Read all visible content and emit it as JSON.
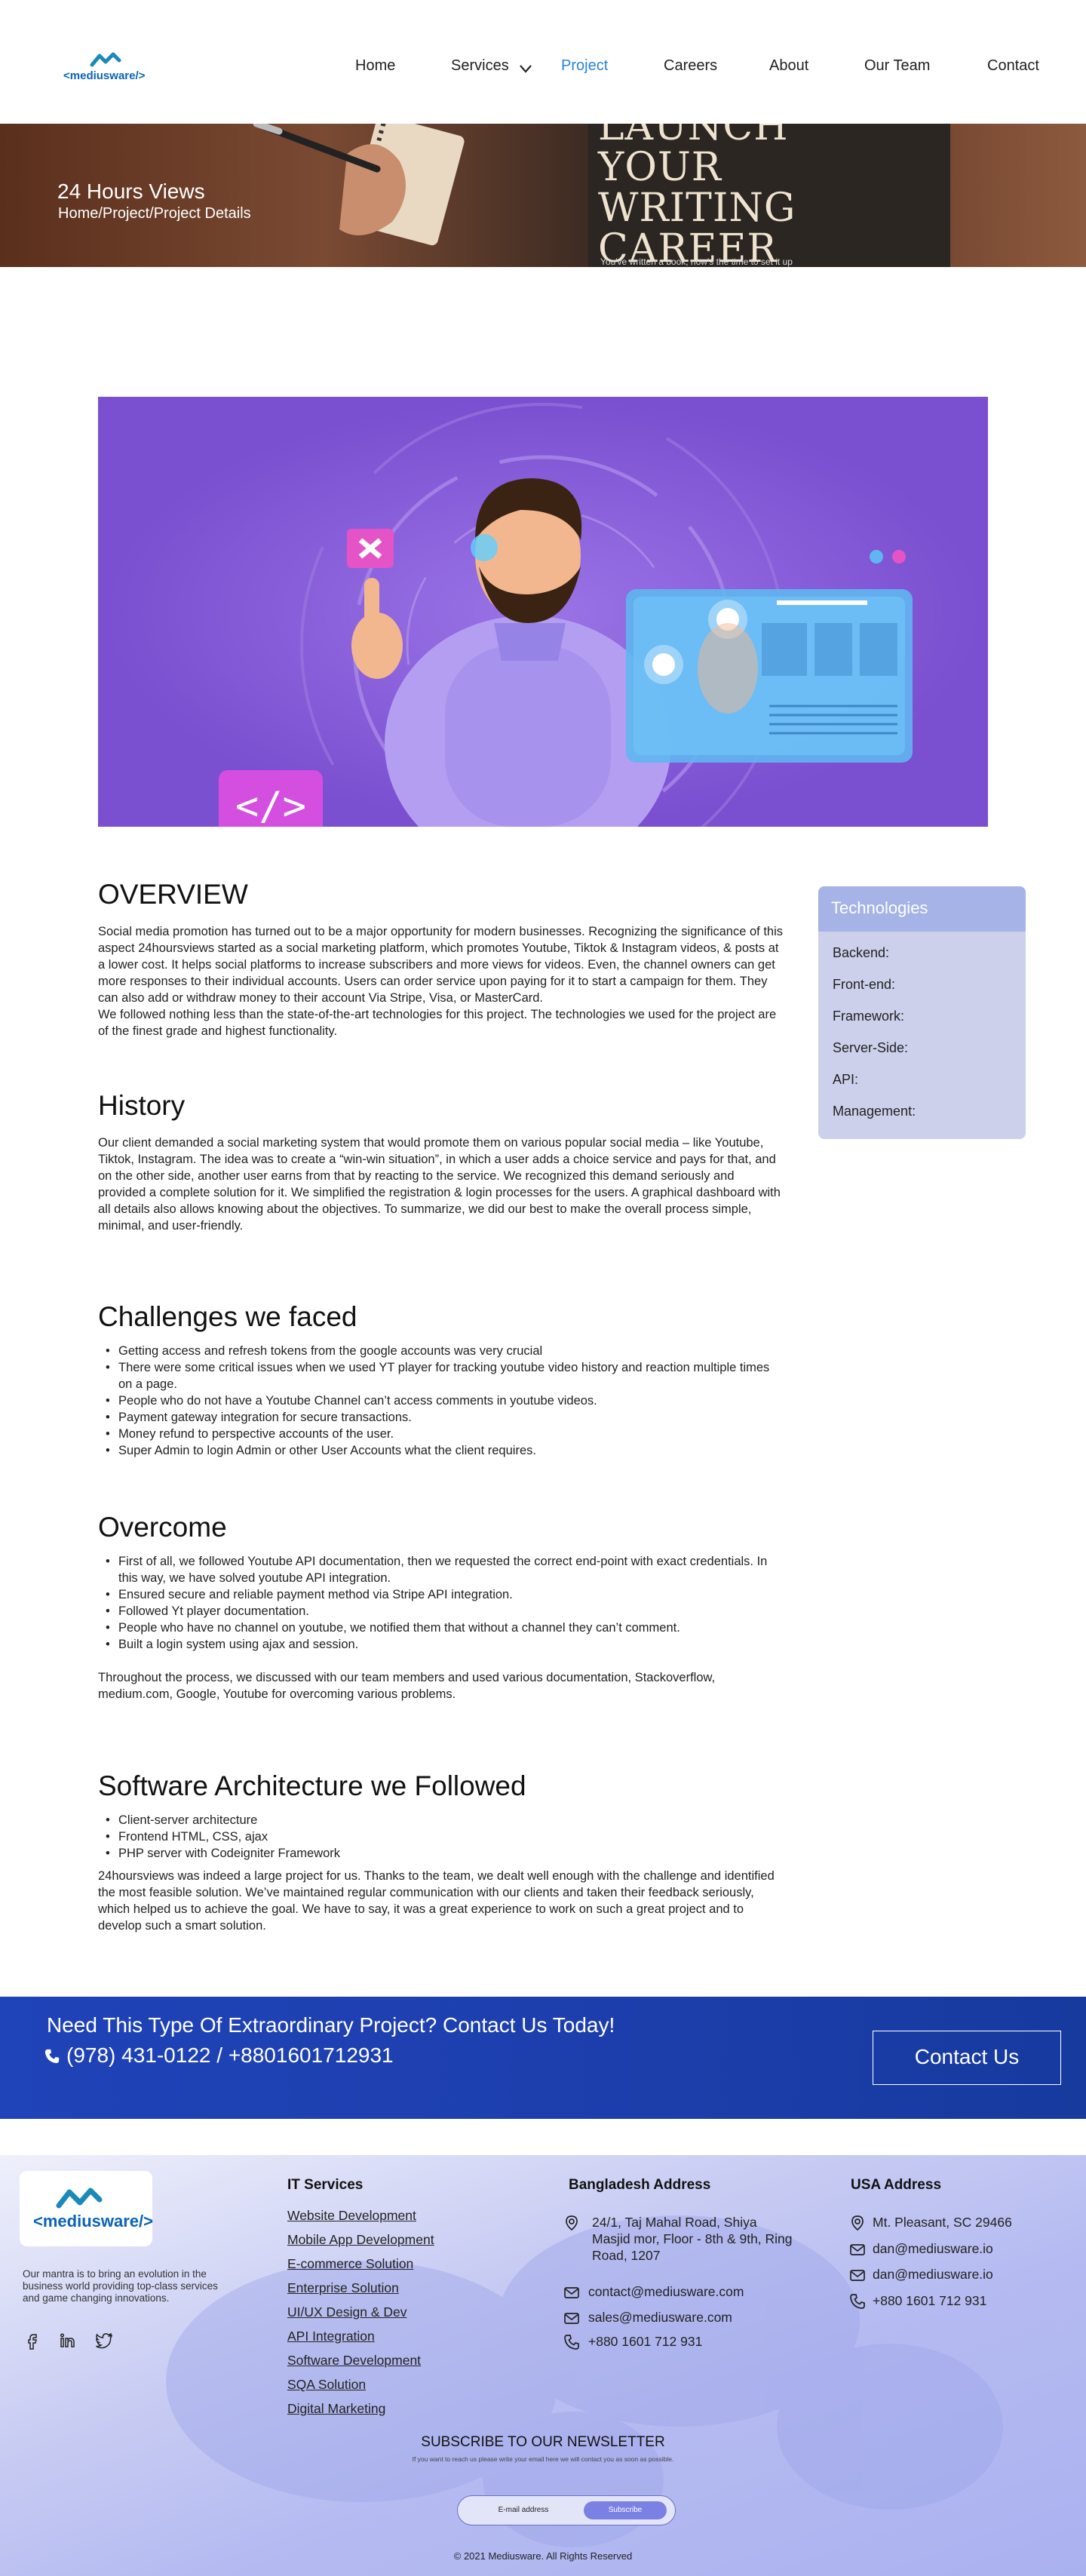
{
  "nav": {
    "logo_text": "<mediusware/>",
    "items": [
      "Home",
      "Services",
      "Project",
      "Careers",
      "About",
      "Our Team",
      "Contact"
    ],
    "active": "Project"
  },
  "hero": {
    "title": "24 Hours Views",
    "breadcrumb": "Home/Project/Project Details",
    "image_lines": [
      "LAUNCH",
      "YOUR",
      "WRITING",
      "CAREER"
    ],
    "image_small": "You've written a book, now's the time to set it up"
  },
  "overview": {
    "heading": "OVERVIEW",
    "paragraph": "Social media promotion has turned out to be a major opportunity for modern businesses. Recognizing the significance of this aspect 24hoursviews started as a social marketing platform, which promotes Youtube, Tiktok & Instagram videos, & posts at a lower cost. It helps social platforms to increase subscribers and more views for videos. Even, the channel owners can get more responses to their individual accounts. Users can order service upon paying for it to start a campaign for them. They can also add or withdraw money to their account Via Stripe, Visa, or MasterCard.",
    "paragraph2": "We followed nothing less than the state-of-the-art technologies for this project. The technologies we used for the project are of the finest grade and highest functionality."
  },
  "technologies": {
    "title": "Technologies",
    "rows": [
      "Backend:",
      "Front-end:",
      "Framework:",
      "Server-Side:",
      "API:",
      "Management:"
    ]
  },
  "history": {
    "heading": "History",
    "paragraph": "Our client demanded a social marketing system that would promote them on various popular social media – like Youtube, Tiktok, Instagram. The idea was to create a “win-win situation”, in which a user adds a choice service and pays for that, and on the other side, another user earns from that by reacting to the service. We recognized this demand seriously and provided a complete solution for it. We simplified the registration & login processes for the users. A graphical dashboard with all details also allows knowing about the objectives. To summarize, we did our best to make the overall process simple, minimal, and user-friendly."
  },
  "challenges": {
    "heading": "Challenges we faced",
    "items": [
      "Getting access and refresh tokens from the google accounts was very crucial",
      "There were some critical issues when we used YT player for tracking youtube video history and reaction multiple times on a page.",
      "People who do not have a Youtube Channel can’t access comments in youtube videos.",
      "Payment gateway integration for secure transactions.",
      "Money refund to perspective accounts of the user.",
      "Super Admin to login Admin or other User Accounts what the client requires."
    ]
  },
  "overcome": {
    "heading": "Overcome",
    "items": [
      "First of all, we followed Youtube API documentation, then we requested the correct end-point with exact credentials. In this way, we have solved youtube API integration.",
      "Ensured secure and reliable payment method via Stripe API integration.",
      "Followed Yt player documentation.",
      "People who have no channel on youtube, we notified them that without a channel they can’t comment.",
      "Built a login system using ajax and session."
    ],
    "paragraph": "Throughout the process, we discussed with our team members and used various documentation, Stackoverflow, medium.com, Google, Youtube for overcoming various problems."
  },
  "architecture": {
    "heading": "Software Architecture we Followed",
    "items": [
      "Client-server architecture",
      "Frontend HTML, CSS, ajax",
      "PHP server with Codeigniter Framework"
    ],
    "paragraph": "24hoursviews was indeed a large project for us. Thanks to the team, we dealt well enough with the challenge and identified the most feasible solution. We’ve maintained regular communication with our clients and taken their feedback seriously, which helped us to achieve the goal. We have to say, it was a great experience to work on such a great project and to develop such a smart solution."
  },
  "cta": {
    "title": "Need This Type Of Extraordinary Project? Contact Us Today!",
    "phone": "(978) 431-0122 / +8801601712931",
    "button": "Contact Us"
  },
  "footer": {
    "logo_text": "<mediusware/>",
    "about": "Our mantra is to bring an evolution in the business world providing top-class services and game changing innovations.",
    "services_title": "IT Services",
    "services": [
      "Website Development",
      "Mobile App Development",
      "E-commerce Solution",
      "Enterprise Solution",
      "UI/UX Design & Dev",
      "API Integration",
      "Software Development",
      "SQA Solution",
      "Digital Marketing"
    ],
    "bd_title": "Bangladesh Address",
    "bd_address": "24/1, Taj Mahal Road, Shiya Masjid mor, Floor - 8th & 9th, Ring Road, 1207",
    "bd_email1": "contact@mediusware.com",
    "bd_email2": "sales@mediusware.com",
    "bd_phone": "+880 1601 712 931",
    "usa_title": "USA Address",
    "usa_address": "Mt. Pleasant, SC 29466",
    "usa_email1": "dan@mediusware.io",
    "usa_email2": "dan@mediusware.io",
    "usa_phone": "+880 1601 712 931",
    "newsletter_title": "SUBSCRIBE TO OUR NEWSLETTER",
    "newsletter_sub": "If you want to reach us please write your email here we will contact you as soon as possible.",
    "newsletter_placeholder": "E-mail address",
    "newsletter_button": "Subscribe",
    "copyright": "© 2021 Mediusware. All Rights Reserved"
  },
  "colors": {
    "accent": "#2a84d6",
    "cta_bg": "#1f43b8",
    "footer_bg": "#b5bbf1",
    "illustration_bg": "#7a4fd0"
  }
}
